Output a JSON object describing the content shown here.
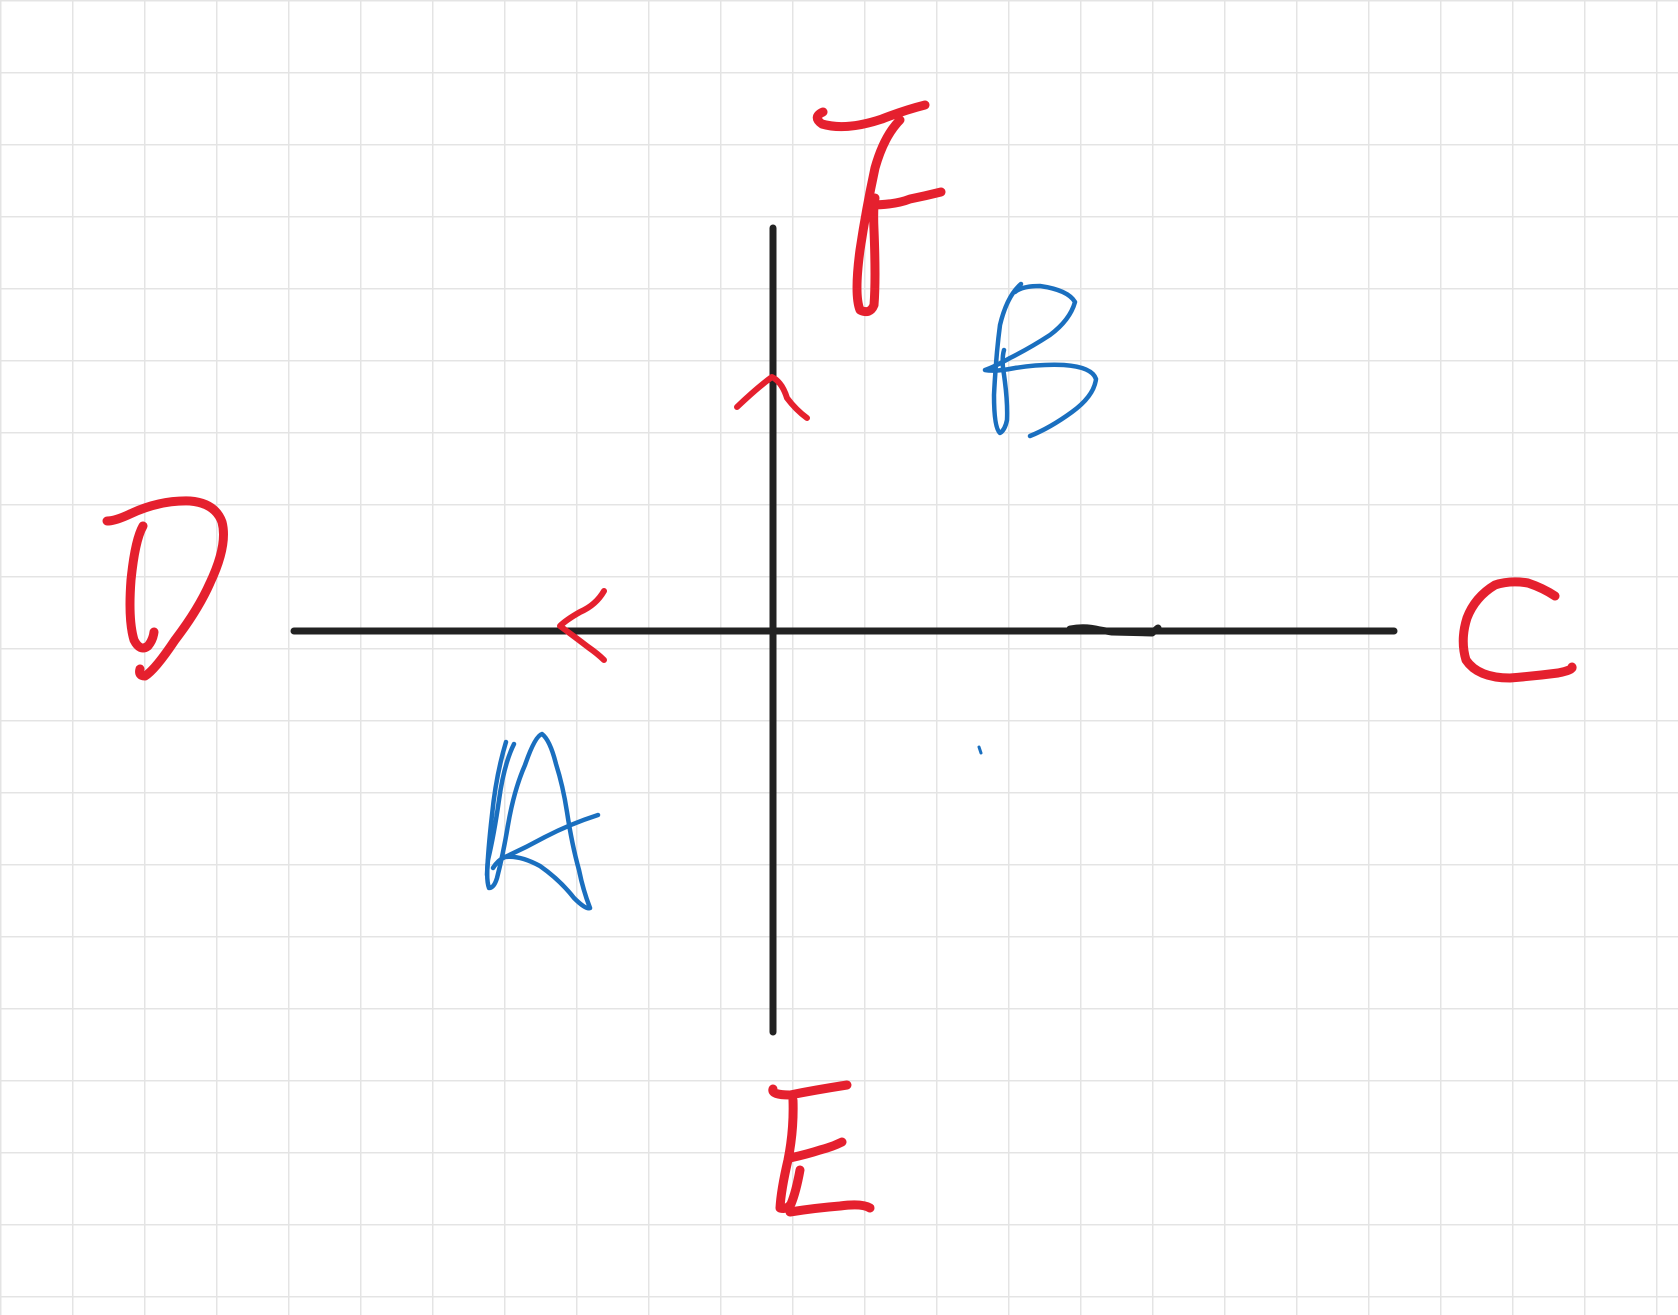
{
  "labels": {
    "top": "F",
    "bottom": "E",
    "left": "D",
    "right": "C",
    "upper_right_quadrant": "B",
    "lower_left_quadrant": "A"
  },
  "colors": {
    "axis": "#222222",
    "label_primary": "#e5202e",
    "label_secondary": "#1a6fbf",
    "grid": "#e4e4e4",
    "background": "#ffffff"
  },
  "arrows": {
    "vertical_axis": "up",
    "horizontal_axis": "left"
  }
}
